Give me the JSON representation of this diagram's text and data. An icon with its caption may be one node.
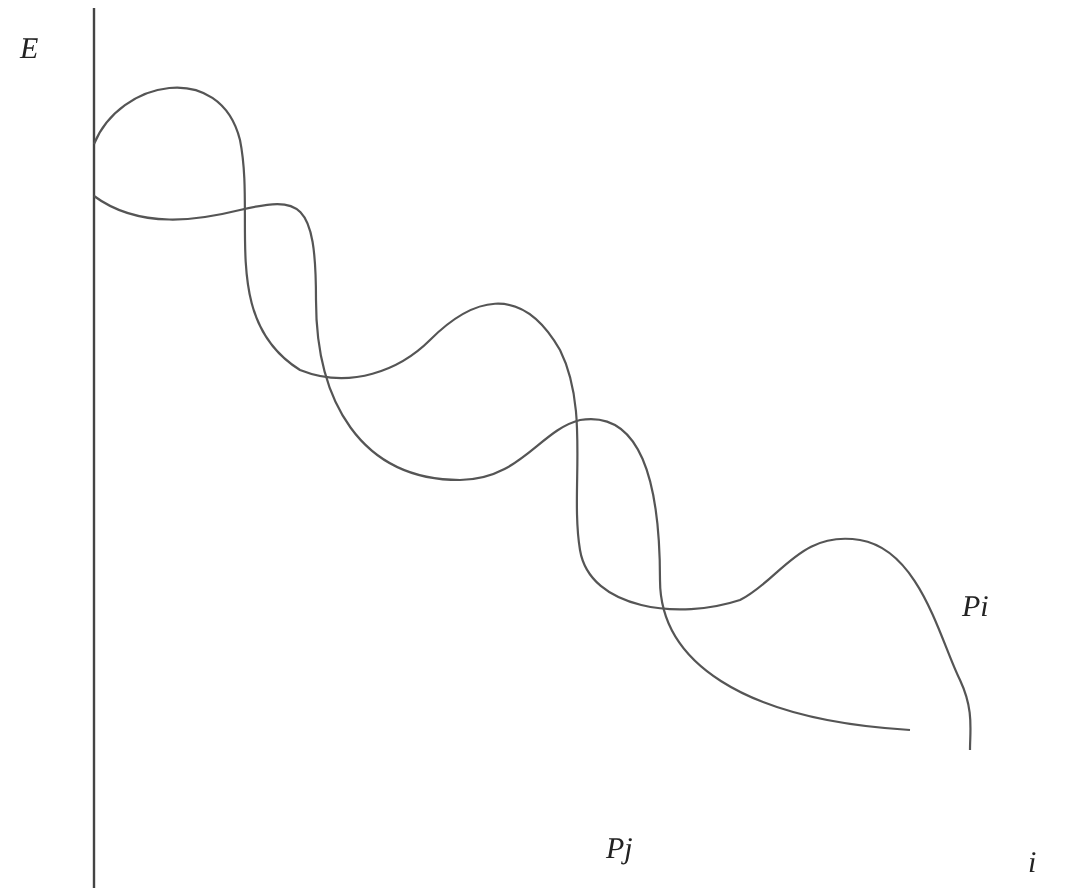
{
  "diagram": {
    "labels": [
      "E",
      "Pi",
      "Pj",
      "i"
    ]
  }
}
